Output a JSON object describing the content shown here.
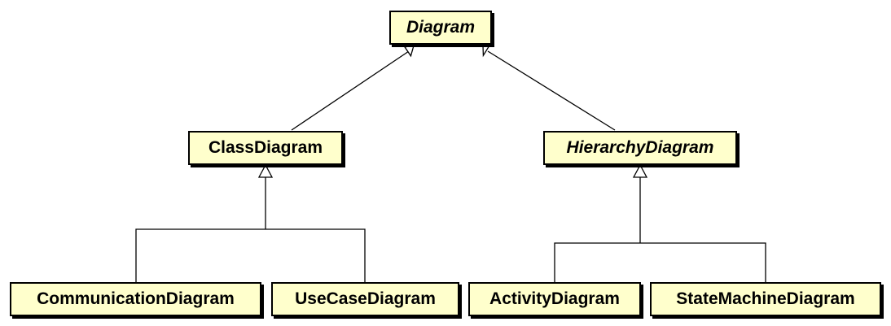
{
  "diagram": {
    "classes": {
      "diagram": {
        "name": "Diagram",
        "abstract": true
      },
      "class_diagram": {
        "name": "ClassDiagram",
        "abstract": false
      },
      "hierarchy_diagram": {
        "name": "HierarchyDiagram",
        "abstract": true
      },
      "communication_diagram": {
        "name": "CommunicationDiagram",
        "abstract": false
      },
      "use_case_diagram": {
        "name": "UseCaseDiagram",
        "abstract": false
      },
      "activity_diagram": {
        "name": "ActivityDiagram",
        "abstract": false
      },
      "state_machine_diagram": {
        "name": "StateMachineDiagram",
        "abstract": false
      }
    },
    "generalizations": [
      {
        "child": "ClassDiagram",
        "parent": "Diagram"
      },
      {
        "child": "HierarchyDiagram",
        "parent": "Diagram"
      },
      {
        "child": "CommunicationDiagram",
        "parent": "ClassDiagram"
      },
      {
        "child": "UseCaseDiagram",
        "parent": "ClassDiagram"
      },
      {
        "child": "ActivityDiagram",
        "parent": "HierarchyDiagram"
      },
      {
        "child": "StateMachineDiagram",
        "parent": "HierarchyDiagram"
      }
    ],
    "colors": {
      "box_fill": "#ffffcc",
      "border": "#000000",
      "arrowhead_fill": "#ffffff"
    }
  }
}
